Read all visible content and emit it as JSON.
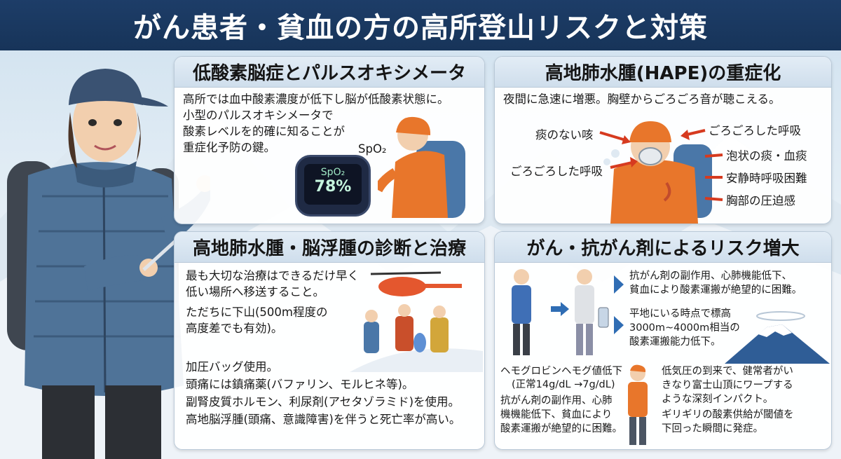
{
  "title": "がん患者・貧血の方の高所登山リスクと対策",
  "panels": {
    "hypoxia": {
      "title": "低酸素脳症とパルスオキシメータ",
      "lines": [
        "高所では血中酸素濃度が低下し脳が低酸素状態に。",
        "小型のパルスオキシメータで",
        "酸素レベルを的確に知ることが",
        "重症化予防の鍵。"
      ],
      "spo2_label": "SpO₂",
      "oximeter_label": "SpO₂",
      "oximeter_value": "78%"
    },
    "hape": {
      "title": "高地肺水腫(HAPE)の重症化",
      "subtitle": "夜間に急速に増悪。胸壁からごろごろ音が聴こえる。",
      "left_labels": [
        "痰のない咳",
        "ごろごろした呼吸"
      ],
      "right_labels": [
        "ごろごろした呼吸",
        "泡状の痰・血痰",
        "安静時呼吸困難",
        "胸部の圧迫感"
      ]
    },
    "treatment": {
      "title": "高地肺水腫・脳浮腫の診断と治療",
      "block1": [
        "最も大切な治療はできるだけ早く",
        "低い場所へ移送すること。"
      ],
      "block2": [
        "ただちに下山(500m程度の",
        "高度差でも有効)。"
      ],
      "block3": [
        "加圧バッグ使用。",
        "頭痛には鎮痛薬(バファリン、モルヒネ等)。",
        "副腎皮質ホルモン、利尿剤(アセタゾラミド)を使用。",
        "高地脳浮腫(頭痛、意識障害)を伴うと死亡率が高い。"
      ]
    },
    "cancer": {
      "title": "がん・抗がん剤によるリスク増大",
      "top_note": [
        "抗がん剤の副作用、心肺機能低下、",
        "貧血により酸素運搬が絶望的に困難。"
      ],
      "mid_note": [
        "平地にいる時点で標高",
        "3000m~4000m相当の",
        "酸素運搬能力低下。"
      ],
      "hb_note": [
        "ヘモグロビンヘモグ値低下",
        "(正常14g/dL →7g/dL)"
      ],
      "side_effect_note": [
        "抗がん剤の副作用、心肺",
        "機機能低下、貧血により",
        "酸素運搬が絶望的に困難。"
      ],
      "pressure_note": [
        "低気圧の到来で、健常者がい",
        "きなり富士山頂にワープする",
        "ような深刻インパクト。",
        "ギリギリの酸素供給が閾値を",
        "下回った瞬間に発症。"
      ]
    }
  },
  "colors": {
    "banner": "#1d3d68",
    "arrow_blue": "#2f6db4",
    "arrow_red": "#d63a1f",
    "jacket_orange": "#e8762b",
    "jacket_blue": "#4a77a8"
  }
}
